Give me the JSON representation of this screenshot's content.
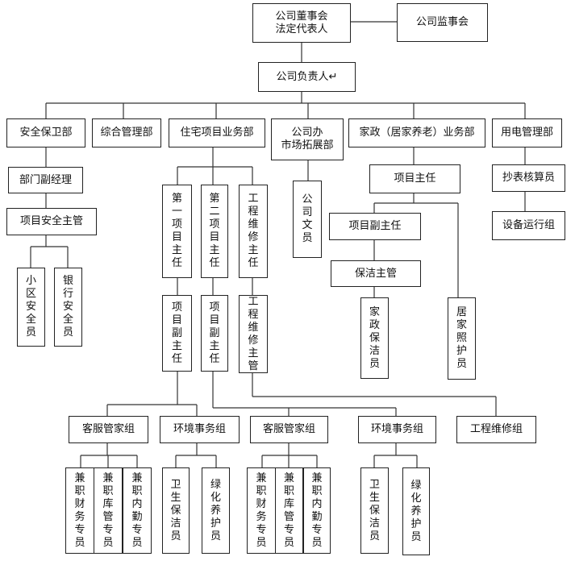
{
  "boxes": {
    "board": "公司董事会\n法定代表人",
    "supervisors": "公司监事会",
    "manager": "公司负责人↵",
    "security_dept": "安全保卫部",
    "general_mgmt": "综合管理部",
    "residential_dept": "住宅项目业务部",
    "office_market": "公司办\n市场拓展部",
    "housekeeping_dept": "家政（居家养老）业务部",
    "power_dept": "用电管理部",
    "deputy_manager": "部门副经理",
    "project_security_head": "项目安全主管",
    "community_guard": "小区安全员",
    "bank_guard": "银行安全员",
    "pm1": "第一项目主任",
    "pm2": "第二项目主任",
    "maint_director": "工程维修主任",
    "clerk": "公司文员",
    "hk_project_director": "项目主任",
    "hk_deputy_director": "项目副主任",
    "cleaning_supervisor": "保洁主管",
    "hk_cleaner": "家政保洁员",
    "home_carer": "居家照护员",
    "meter_accountant": "抄表核算员",
    "equipment_team": "设备运行组",
    "deputy_pm1": "项目副主任",
    "deputy_pm2": "项目副主任",
    "maint_supervisor": "工程维修主管",
    "cs_group1": "客服管家组",
    "env_group1": "环境事务组",
    "cs_group2": "客服管家组",
    "env_group2": "环境事务组",
    "maint_group": "工程维修组",
    "g1_finance": "兼职财务专员",
    "g1_warehouse": "兼职库管专员",
    "g1_internal": "兼职内勤专员",
    "e1_cleaner": "卫生保洁员",
    "e1_gardener": "绿化养护员",
    "g2_finance": "兼职财务专员",
    "g2_warehouse": "兼职库管专员",
    "g2_internal": "兼职内勤专员",
    "e2_cleaner": "卫生保洁员",
    "e2_gardener": "绿化养护员"
  }
}
